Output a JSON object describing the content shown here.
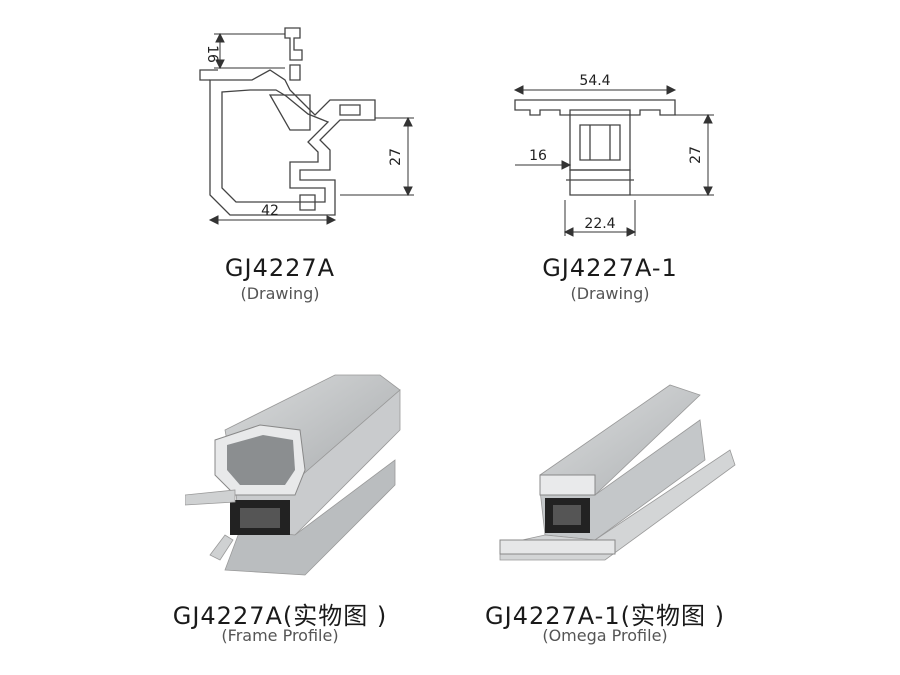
{
  "panels": [
    {
      "title": "GJ4227A",
      "subtitle": "(Drawing)",
      "dims": {
        "top": "16",
        "right": "27",
        "bottom": "42"
      }
    },
    {
      "title": "GJ4227A-1",
      "subtitle": "(Drawing)",
      "dims": {
        "top": "54.4",
        "left": "16",
        "right": "27",
        "bottom": "22.4"
      }
    },
    {
      "title": "GJ4227A(实物图 )",
      "subtitle": "(Frame Profile)"
    },
    {
      "title": "GJ4227A-1(实物图 )",
      "subtitle": "(Omega Profile)"
    }
  ]
}
